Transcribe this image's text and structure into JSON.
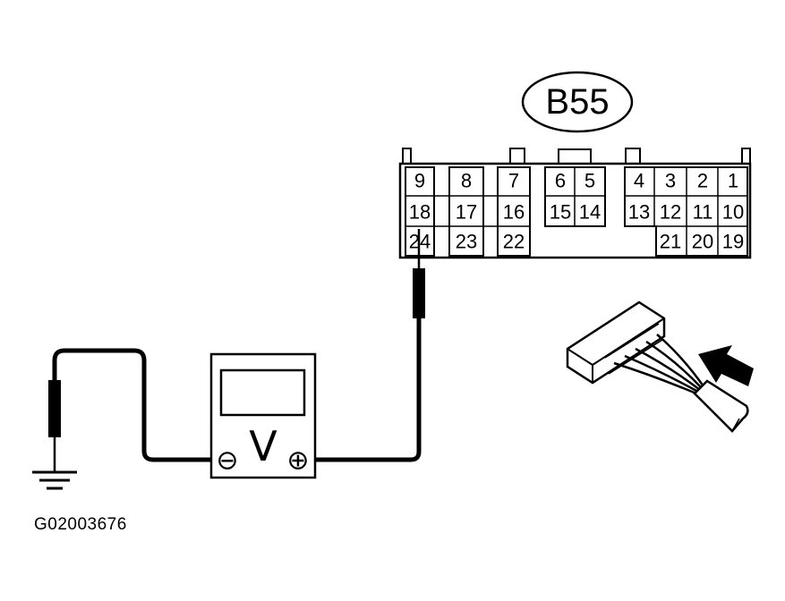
{
  "connector": {
    "label": "B55",
    "row1": [
      "9",
      "8",
      "7",
      "6",
      "5",
      "4",
      "3",
      "2",
      "1"
    ],
    "row2": [
      "18",
      "17",
      "16",
      "15",
      "14",
      "13",
      "12",
      "11",
      "10"
    ],
    "row3": [
      "24",
      "23",
      "22",
      "21",
      "20",
      "19"
    ]
  },
  "meter": {
    "symbol": "V",
    "negative": "⊖",
    "positive": "⊕"
  },
  "figure_id": "G02003676",
  "colors": {
    "line": "#000000",
    "background": "#ffffff"
  }
}
